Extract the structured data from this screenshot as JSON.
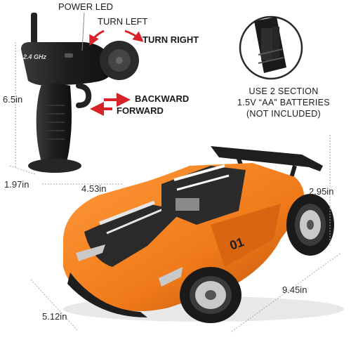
{
  "labels": {
    "power_led": "POWER LED",
    "turn_left": "TURN LEFT",
    "turn_right": "TURN RIGHT",
    "backward": "BACKWARD",
    "forward": "FORWARD",
    "frequency": "2.4 GHz"
  },
  "battery_note": {
    "line1": "USE 2 SECTION",
    "line2": "1.5V “AA” BATTERIES",
    "line3": "(NOT INCLUDED)"
  },
  "dimensions": {
    "remote_height": "6.5in",
    "remote_depth": "1.97in",
    "remote_width": "4.53in",
    "car_height": "2.95in",
    "car_length": "9.45in",
    "car_width": "5.12in"
  },
  "colors": {
    "car_orange": "#f07a1a",
    "car_dark_orange": "#b84f08",
    "stripe_dark": "#2a2a2a",
    "remote_black": "#1e1e1e",
    "arrow_red": "#d9232a"
  }
}
